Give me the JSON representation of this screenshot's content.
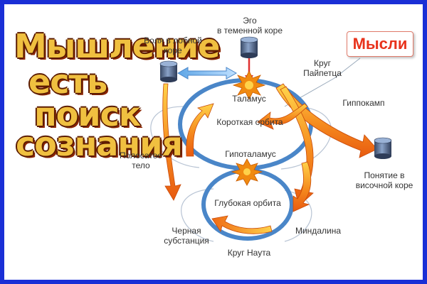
{
  "title": {
    "line1": "Мышление",
    "line2": "есть",
    "line3": "поиск",
    "line4": "сознания"
  },
  "callout": "Мысли",
  "labels": {
    "ego": "Эго\nв теменной коре",
    "will": "Воля в лобной\nкоре",
    "papez": "Круг\nПайпетца",
    "hippocampus": "Гиппокамп",
    "thalamus": "Таламус",
    "short_orbit": "Короткая орбита",
    "striatum": "Полосатое\nтело",
    "hypothalamus": "Гипоталамус",
    "concept": "Понятие в\nвисочной коре",
    "deep_orbit": "Глубокая орбита",
    "amygdala": "Миндалина",
    "substantia_nigra": "Черная\nсубстанция",
    "nauta": "Круг Наута"
  },
  "colors": {
    "frame": "#1a2fd6",
    "ring": "#4a86c8",
    "arrow_orange": "#f07a10",
    "arrow_yellow": "#ffd24a",
    "callout_text": "#e8331c"
  }
}
